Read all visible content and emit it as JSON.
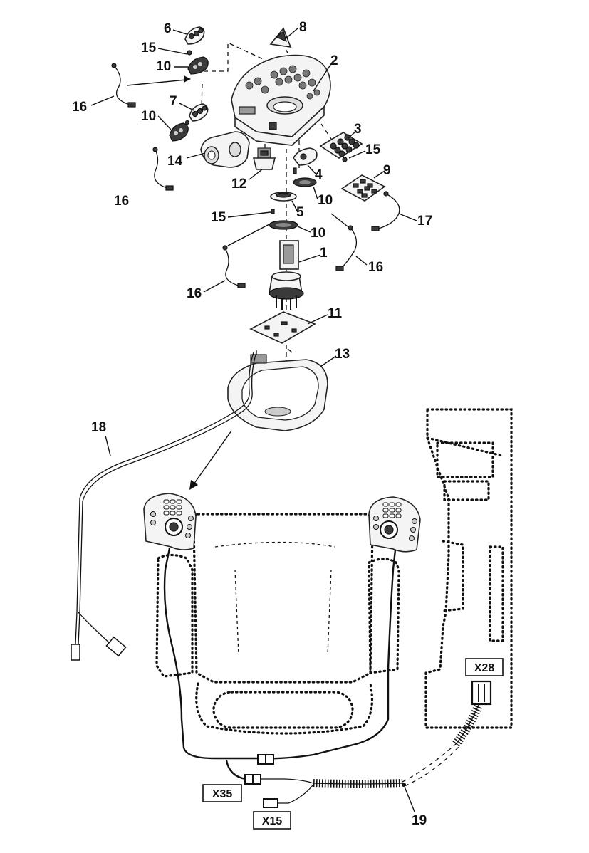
{
  "callouts": [
    "1",
    "2",
    "3",
    "4",
    "5",
    "6",
    "7",
    "8",
    "9",
    "10",
    "11",
    "12",
    "13",
    "14",
    "15",
    "16",
    "17",
    "18",
    "19"
  ],
  "connectors": {
    "x28": "X28",
    "x35": "X35",
    "x15": "X15"
  },
  "colors": {
    "line": "#111111",
    "part_fill": "#f4f4f4",
    "dark_fill": "#3a3a3a",
    "background": "#ffffff"
  }
}
